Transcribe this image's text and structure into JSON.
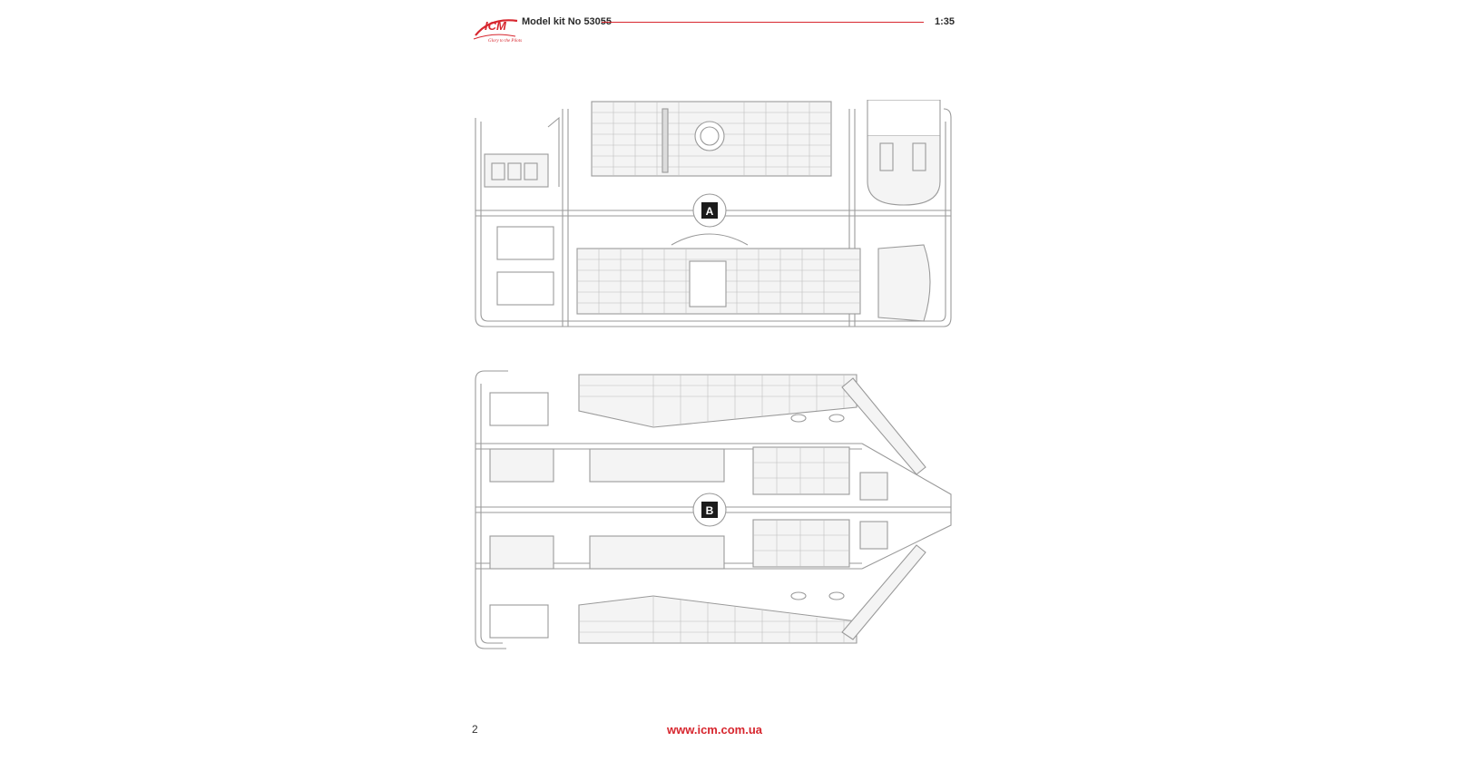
{
  "header": {
    "brand": "ICM",
    "brand_tagline": "Glory to the Pilots",
    "kit_title": "Model kit No 53055",
    "scale": "1:35"
  },
  "sprues": [
    {
      "label": "A"
    },
    {
      "label": "B"
    }
  ],
  "footer": {
    "page_number": "2",
    "website": "www.icm.com.ua"
  },
  "colors": {
    "brand_red": "#d7262e",
    "line_art": "#9a9a9a"
  }
}
